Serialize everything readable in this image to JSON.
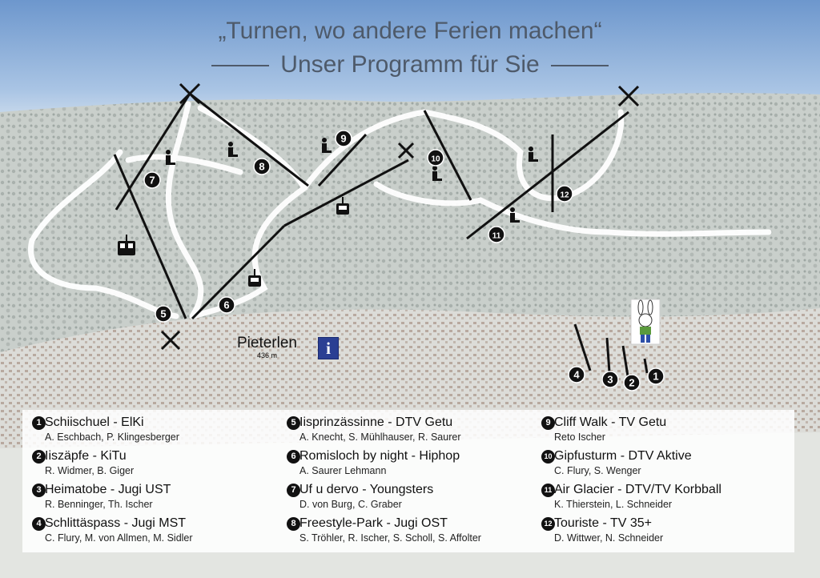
{
  "header": {
    "title": "„Turnen, wo andere Ferien machen“",
    "subtitle": "Unser Programm für Sie"
  },
  "village": {
    "name": "Pieterlen",
    "altitude": "436 m",
    "info_symbol": "i"
  },
  "map_numbers": [
    "1",
    "2",
    "3",
    "4",
    "5",
    "6",
    "7",
    "8",
    "9",
    "10",
    "11",
    "12"
  ],
  "legend": [
    {
      "num": "1",
      "title": "Schiischuel - ElKi",
      "people": "A. Eschbach, P. Klingesberger"
    },
    {
      "num": "2",
      "title": "Iiszäpfe - KiTu",
      "people": "R. Widmer, B. Giger"
    },
    {
      "num": "3",
      "title": "Heimatobe - Jugi UST",
      "people": "R. Benninger, Th. Ischer"
    },
    {
      "num": "4",
      "title": "Schlittäspass - Jugi MST",
      "people": "C. Flury, M. von Allmen, M. Sidler"
    },
    {
      "num": "5",
      "title": "Iisprinzässinne - DTV Getu",
      "people": "A. Knecht, S. Mühlhauser, R. Saurer"
    },
    {
      "num": "6",
      "title": "Romisloch by night - Hiphop",
      "people": "A. Saurer Lehmann"
    },
    {
      "num": "7",
      "title": "Uf u dervo - Youngsters",
      "people": "D. von Burg, C. Graber"
    },
    {
      "num": "8",
      "title": "Freestyle-Park - Jugi OST",
      "people": "S. Tröhler, R. Ischer, S. Scholl, S. Affolter"
    },
    {
      "num": "9",
      "title": "Cliff Walk - TV Getu",
      "people": "Reto Ischer"
    },
    {
      "num": "10",
      "title": "Gipfusturm - DTV Aktive",
      "people": "C. Flury, S. Wenger"
    },
    {
      "num": "11",
      "title": "Air Glacier - DTV/TV Korbball",
      "people": "K. Thierstein, L. Schneider"
    },
    {
      "num": "12",
      "title": "Touriste - TV 35+",
      "people": "D. Wittwer, N. Schneider"
    }
  ],
  "colors": {
    "sky": "#7fa8d8",
    "title_text": "#4e5a6a",
    "info_blue": "#2b3f93",
    "marker": "#111111"
  }
}
